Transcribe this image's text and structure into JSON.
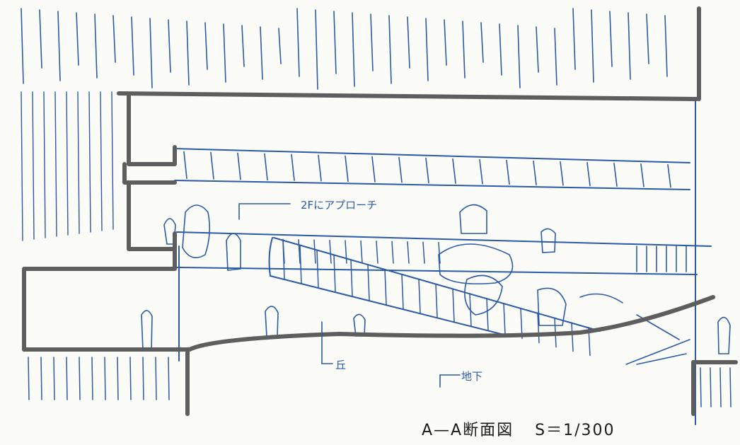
{
  "drawing": {
    "labels": {
      "approach": "2Fにアプローチ",
      "hill": "丘",
      "underground": "地下"
    },
    "title": "A—A断面図",
    "scale": "S＝1/300"
  },
  "colors": {
    "pen_blue": "#2a5aa8",
    "marker_gray": "#5e5e5e",
    "paper": "#fbfbf7",
    "ink_black": "#1b1b1b"
  }
}
